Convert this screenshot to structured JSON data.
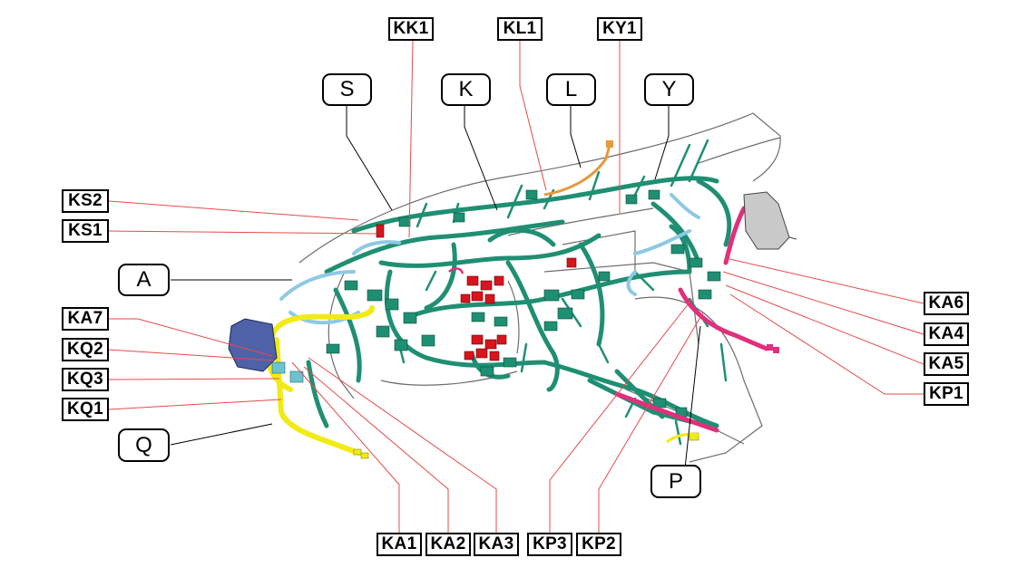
{
  "labels": {
    "KK1": "KK1",
    "KL1": "KL1",
    "KY1": "KY1",
    "KS2": "KS2",
    "KS1": "KS1",
    "KA7": "KA7",
    "KQ2": "KQ2",
    "KQ3": "KQ3",
    "KQ1": "KQ1",
    "KA6": "KA6",
    "KA4": "KA4",
    "KA5": "KA5",
    "KP1": "KP1",
    "KA1": "KA1",
    "KA2": "KA2",
    "KA3": "KA3",
    "KP3": "KP3",
    "KP2": "KP2"
  },
  "locations": {
    "S": "S",
    "K": "K",
    "L": "L",
    "Y": "Y",
    "A": "A",
    "Q": "Q",
    "P": "P"
  },
  "colors": {
    "harness_main": "#1f8f73",
    "harness_light": "#8ec9e3",
    "harness_yellow": "#f2ea14",
    "harness_pink": "#e0307c",
    "harness_orange": "#e59a3a",
    "connector_red": "#d8141d",
    "module_blue": "#4f62a8",
    "leader_red": "#e54b4b",
    "leader_black": "#000000",
    "outline_gray": "#666666"
  }
}
